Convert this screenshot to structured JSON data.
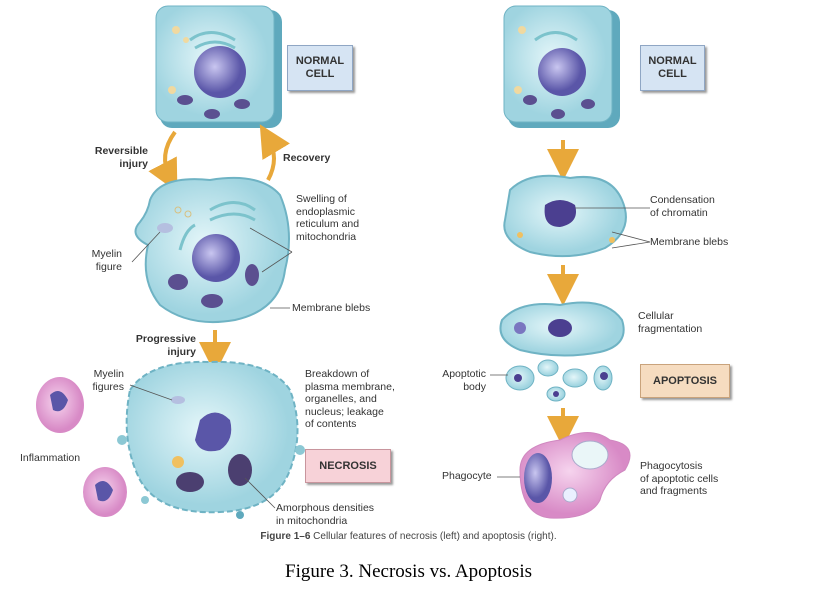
{
  "necrosis_side": {
    "normal_cell_label": "NORMAL\nCELL",
    "reversible_injury": "Reversible\ninjury",
    "recovery": "Recovery",
    "myelin_figure": "Myelin\nfigure",
    "swelling": "Swelling of\nendoplasmic\nreticulum and\nmitochondria",
    "membrane_blebs": "Membrane blebs",
    "progressive_injury": "Progressive\ninjury",
    "myelin_figures": "Myelin\nfigures",
    "breakdown": "Breakdown of\nplasma membrane,\norganelles, and\nnucleus; leakage\nof contents",
    "inflammation": "Inflammation",
    "necrosis_label": "NECROSIS",
    "amorphous": "Amorphous densities\nin mitochondria"
  },
  "apoptosis_side": {
    "normal_cell_label": "NORMAL\nCELL",
    "condensation": "Condensation\nof chromatin",
    "membrane_blebs": "Membrane blebs",
    "fragmentation": "Cellular\nfragmentation",
    "apoptotic_body": "Apoptotic\nbody",
    "apoptosis_label": "APOPTOSIS",
    "phagocyte": "Phagocyte",
    "phagocytosis": "Phagocytosis\nof apoptotic cells\nand fragments"
  },
  "caption": {
    "figure_number": "Figure 1–6",
    "text": "Cellular features of necrosis (left) and apoptosis (right)."
  },
  "title": "Figure 3. Necrosis vs. Apoptosis",
  "colors": {
    "cell": "#bfe6ee",
    "cell_edge": "#6fb3c4",
    "nucleus": "#6a68b8",
    "arrow": "#e8a83a",
    "phagocyte": "#e6a9d8"
  }
}
